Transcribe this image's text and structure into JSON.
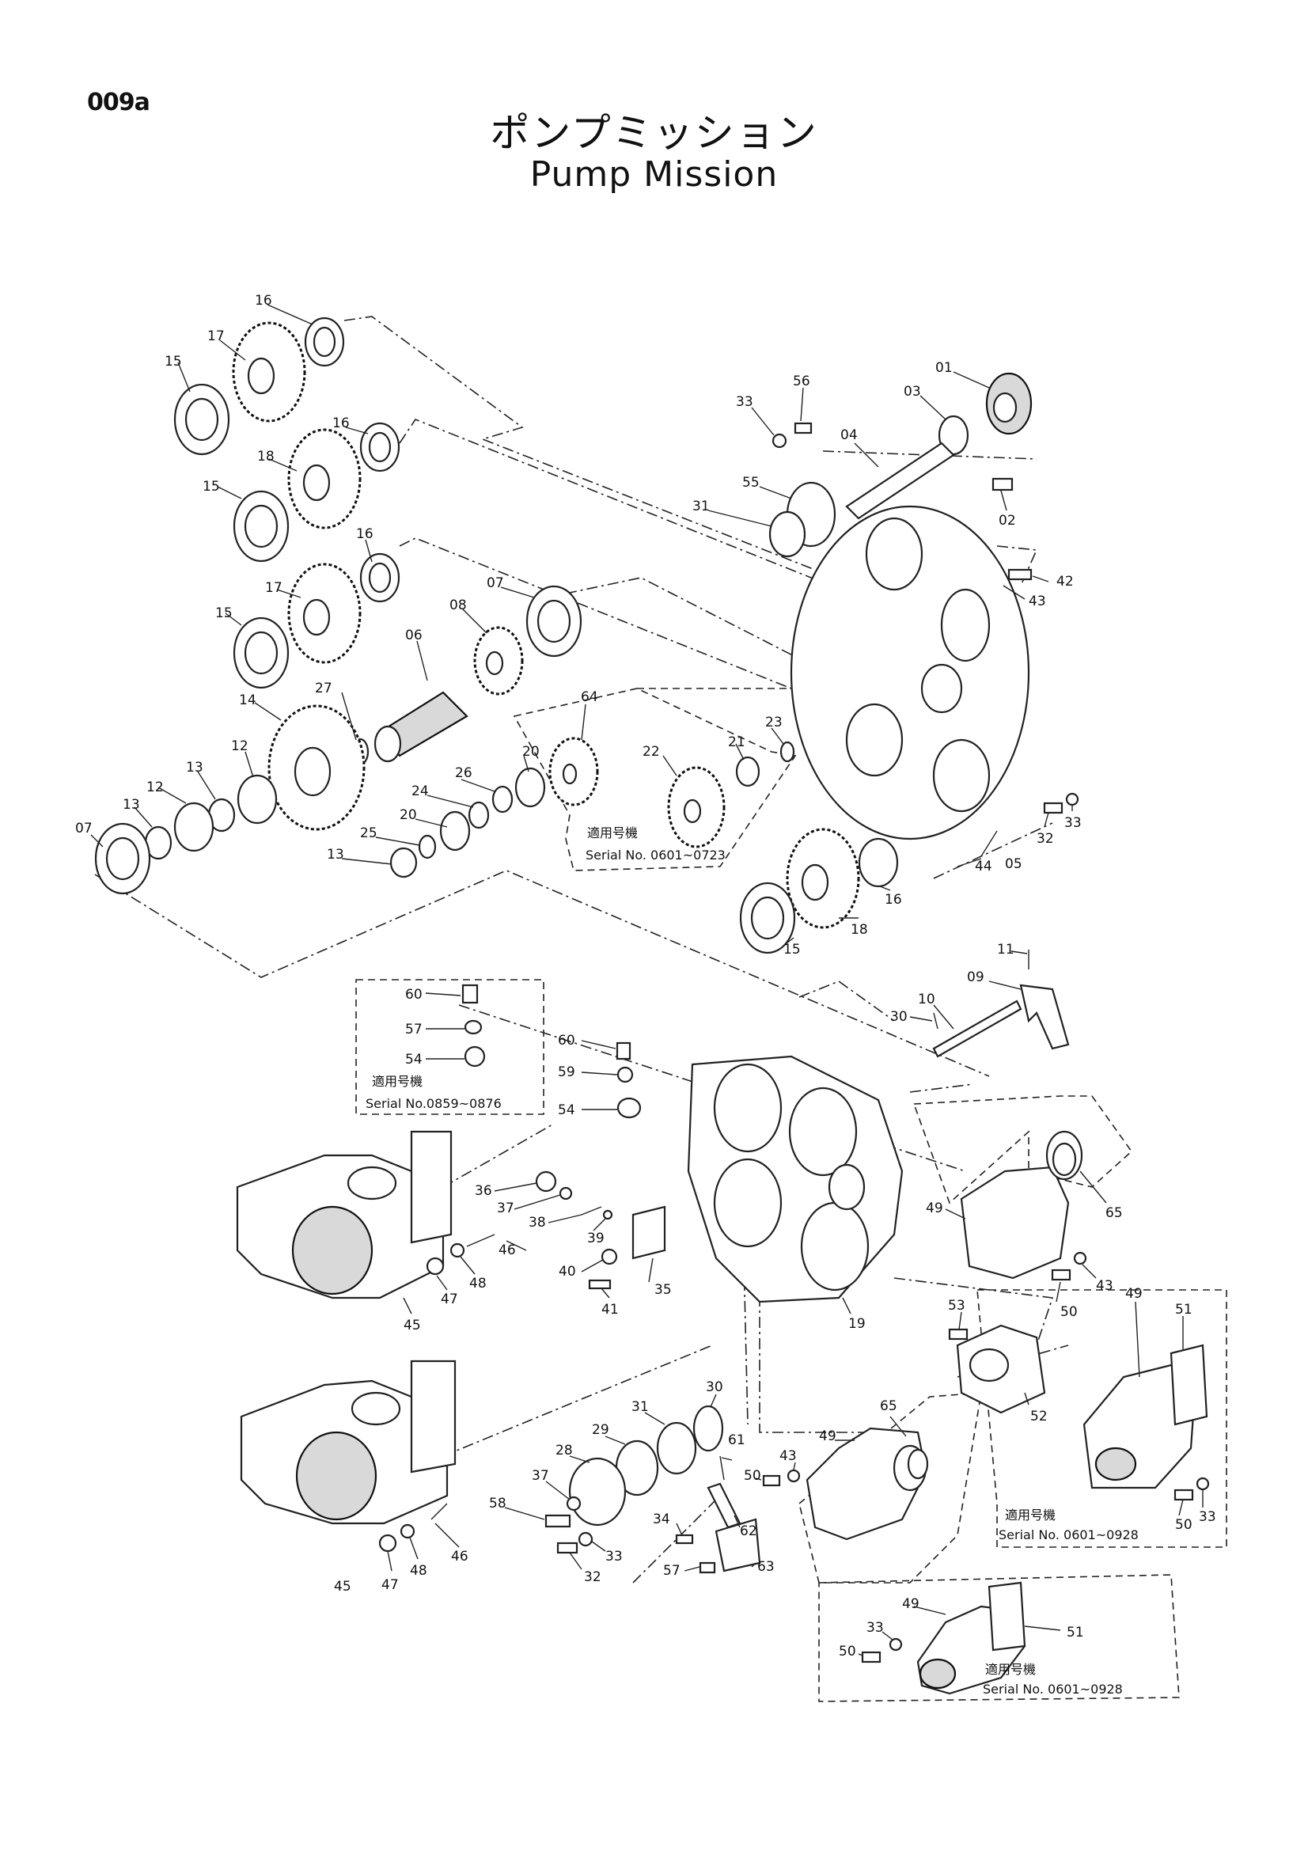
{
  "page_code": "009a",
  "title_jp": "ポンプミッション",
  "title_en": "Pump Mission",
  "part_labels": [
    {
      "num": "16"
    },
    {
      "num": "17"
    },
    {
      "num": "15"
    },
    {
      "num": "16"
    },
    {
      "num": "18"
    },
    {
      "num": "15"
    },
    {
      "num": "16"
    },
    {
      "num": "17"
    },
    {
      "num": "15"
    },
    {
      "num": "07"
    },
    {
      "num": "08"
    },
    {
      "num": "06"
    },
    {
      "num": "27"
    },
    {
      "num": "14"
    },
    {
      "num": "64"
    },
    {
      "num": "20"
    },
    {
      "num": "26"
    },
    {
      "num": "24"
    },
    {
      "num": "12"
    },
    {
      "num": "13"
    },
    {
      "num": "12"
    },
    {
      "num": "13"
    },
    {
      "num": "07"
    },
    {
      "num": "20"
    },
    {
      "num": "25"
    },
    {
      "num": "13"
    },
    {
      "num": "22"
    },
    {
      "num": "21"
    },
    {
      "num": "23"
    },
    {
      "num": "01"
    },
    {
      "num": "03"
    },
    {
      "num": "56"
    },
    {
      "num": "33"
    },
    {
      "num": "04"
    },
    {
      "num": "55"
    },
    {
      "num": "31"
    },
    {
      "num": "02"
    },
    {
      "num": "42"
    },
    {
      "num": "43"
    },
    {
      "num": "33"
    },
    {
      "num": "32"
    },
    {
      "num": "05"
    },
    {
      "num": "44"
    },
    {
      "num": "16"
    },
    {
      "num": "18"
    },
    {
      "num": "15"
    },
    {
      "num": "11"
    },
    {
      "num": "09"
    },
    {
      "num": "10"
    },
    {
      "num": "30"
    },
    {
      "num": "60"
    },
    {
      "num": "57"
    },
    {
      "num": "54"
    },
    {
      "num": "60"
    },
    {
      "num": "59"
    },
    {
      "num": "54"
    },
    {
      "num": "36"
    },
    {
      "num": "37"
    },
    {
      "num": "38"
    },
    {
      "num": "39"
    },
    {
      "num": "46"
    },
    {
      "num": "48"
    },
    {
      "num": "47"
    },
    {
      "num": "45"
    },
    {
      "num": "40"
    },
    {
      "num": "41"
    },
    {
      "num": "35"
    },
    {
      "num": "19"
    },
    {
      "num": "49"
    },
    {
      "num": "65"
    },
    {
      "num": "43"
    },
    {
      "num": "50"
    },
    {
      "num": "53"
    },
    {
      "num": "52"
    },
    {
      "num": "49"
    },
    {
      "num": "51"
    },
    {
      "num": "33"
    },
    {
      "num": "50"
    },
    {
      "num": "30"
    },
    {
      "num": "31"
    },
    {
      "num": "29"
    },
    {
      "num": "28"
    },
    {
      "num": "37"
    },
    {
      "num": "58"
    },
    {
      "num": "61"
    },
    {
      "num": "50"
    },
    {
      "num": "43"
    },
    {
      "num": "65"
    },
    {
      "num": "49"
    },
    {
      "num": "62"
    },
    {
      "num": "34"
    },
    {
      "num": "33"
    },
    {
      "num": "32"
    },
    {
      "num": "57"
    },
    {
      "num": "63"
    },
    {
      "num": "46"
    },
    {
      "num": "48"
    },
    {
      "num": "47"
    },
    {
      "num": "45"
    },
    {
      "num": "49"
    },
    {
      "num": "51"
    },
    {
      "num": "33"
    },
    {
      "num": "50"
    }
  ],
  "applicability_notes": [
    {
      "label": "適用号機",
      "serial": "Serial No. 0601~0723"
    },
    {
      "label": "適用号機",
      "serial": "Serial No.0859~0876"
    },
    {
      "label": "適用号機",
      "serial": "Serial No. 0601~0928"
    },
    {
      "label": "適用号機",
      "serial": "Serial No. 0601~0928"
    }
  ]
}
